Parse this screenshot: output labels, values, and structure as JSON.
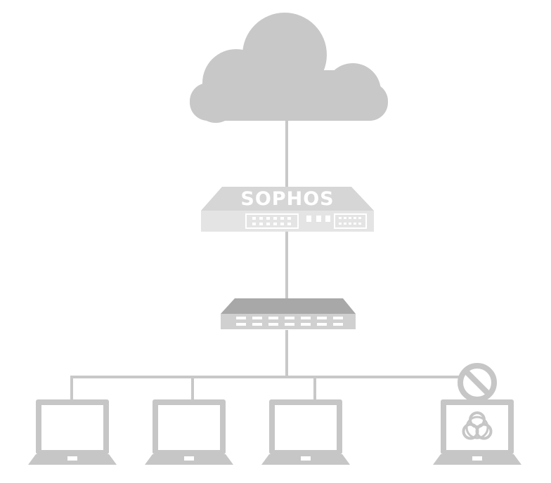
{
  "firewall": {
    "brand": "SOPHOS"
  },
  "colors": {
    "cloud": "#c8c8c8",
    "line": "#c8c8c8",
    "device_light": "#e4e4e4",
    "device_mid": "#d4d4d4",
    "device_dark": "#a8a8a8",
    "laptop": "#c6c6c6",
    "logo_text": "#ffffff",
    "block_sign": "#c6c6c6"
  },
  "icons": {
    "cloud": "cloud-icon",
    "firewall": "firewall-appliance-icon",
    "switch": "network-switch-icon",
    "laptop": "laptop-icon",
    "biohazard": "biohazard-icon",
    "blocked": "prohibited-icon"
  },
  "endpoints": [
    {
      "id": "laptop-1",
      "status": "clean"
    },
    {
      "id": "laptop-2",
      "status": "clean"
    },
    {
      "id": "laptop-3",
      "status": "clean"
    },
    {
      "id": "laptop-4",
      "status": "infected-blocked"
    }
  ]
}
